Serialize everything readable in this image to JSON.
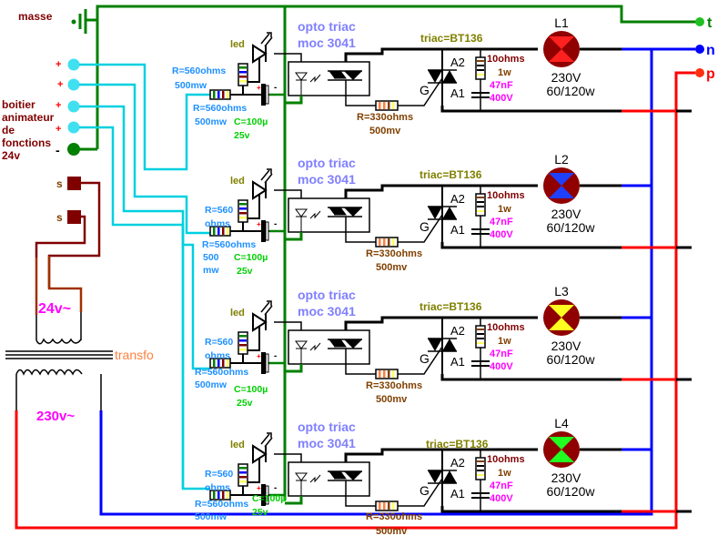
{
  "labels": {
    "masse": "masse",
    "box_line1": "boitier",
    "box_line2": "animateur",
    "box_line3": "de",
    "box_line4": "fonctions",
    "box_line5": "24v",
    "plus": "+",
    "minus": "-",
    "s": "s",
    "secondary_voltage": "24v~",
    "transformer": "transfo",
    "primary_voltage": "230v~",
    "terminal_t": "t",
    "terminal_n": "n",
    "terminal_p": "p"
  },
  "colors": {
    "ground": "#008000",
    "control": "#00d0e0",
    "neutral": "#0000ff",
    "phase": "#ff0000",
    "switch": "#800000",
    "secondary": "#a03000",
    "wire": "#000000",
    "opto_label": "#8080ff",
    "triac_label": "#808000",
    "resistor_label": "#1e90ff",
    "cap_label": "#00d000",
    "gate_res_label": "#804000",
    "snubber_r_label": "#800000",
    "snubber_c_label": "#ff00ff",
    "lamp_body": "#900000",
    "magenta": "#ff00ff",
    "orange": "#ff8040"
  },
  "channels": [
    {
      "led": "led",
      "r_led_a": "R=560ohms",
      "r_led_b": "500mw",
      "r_in_a": "R=560ohms",
      "r_in_b": "500mw",
      "r_in_c": "",
      "cap_a": "C=100µ",
      "cap_b": "25v",
      "opto_a": "opto triac",
      "opto_b": "moc 3041",
      "gate_r_a": "R=330ohms",
      "gate_r_b": "500mv",
      "triac": "triac=BT136",
      "a2": "A2",
      "a1": "A1",
      "g": "G",
      "snub_r_a": "10ohms",
      "snub_r_b": "1w",
      "snub_c_a": "47nF",
      "snub_c_b": "400V",
      "lamp": "L1",
      "lamp_v": "230V",
      "lamp_w": "60/120w",
      "lamp_color": "#ff2020"
    },
    {
      "led": "led",
      "r_led_a": "R=560",
      "r_led_b": "ohms",
      "r_in_a": "R=560ohms",
      "r_in_b": "500",
      "r_in_c": "mw",
      "cap_a": "C=100µ",
      "cap_b": "25v",
      "opto_a": "opto triac",
      "opto_b": "moc 3041",
      "gate_r_a": "R=330ohms",
      "gate_r_b": "500mv",
      "triac": "triac=BT136",
      "a2": "A2",
      "a1": "A1",
      "g": "G",
      "snub_r_a": "10ohms",
      "snub_r_b": "1w",
      "snub_c_a": "47nF",
      "snub_c_b": "400V",
      "lamp": "L2",
      "lamp_v": "230V",
      "lamp_w": "60/120w",
      "lamp_color": "#2040ff"
    },
    {
      "led": "led",
      "r_led_a": "R=560",
      "r_led_b": "ohms",
      "r_in_a": "R=560ohms",
      "r_in_b": "500mw",
      "r_in_c": "",
      "cap_a": "C=100µ",
      "cap_b": "25v",
      "opto_a": "opto triac",
      "opto_b": "moc 3041",
      "gate_r_a": "R=330ohms",
      "gate_r_b": "500mv",
      "triac": "triac=BT136",
      "a2": "A2",
      "a1": "A1",
      "g": "G",
      "snub_r_a": "10ohms",
      "snub_r_b": "1w",
      "snub_c_a": "47nF",
      "snub_c_b": "400V",
      "lamp": "L3",
      "lamp_v": "230V",
      "lamp_w": "60/120w",
      "lamp_color": "#ffff20"
    },
    {
      "led": "led",
      "r_led_a": "R=560",
      "r_led_b": "ohms",
      "r_in_a": "R=560ohms",
      "r_in_b": "500mw",
      "r_in_c": "",
      "cap_a": "C=100µ",
      "cap_b": "25v",
      "opto_a": "opto triac",
      "opto_b": "moc 3041",
      "gate_r_a": "R=330ohms",
      "gate_r_b": "500mv",
      "triac": "triac=BT136",
      "a2": "A2",
      "a1": "A1",
      "g": "G",
      "snub_r_a": "10ohms",
      "snub_r_b": "1w",
      "snub_c_a": "47nF",
      "snub_c_b": "400V",
      "lamp": "L4",
      "lamp_v": "230V",
      "lamp_w": "60/120w",
      "lamp_color": "#20ff20"
    }
  ]
}
